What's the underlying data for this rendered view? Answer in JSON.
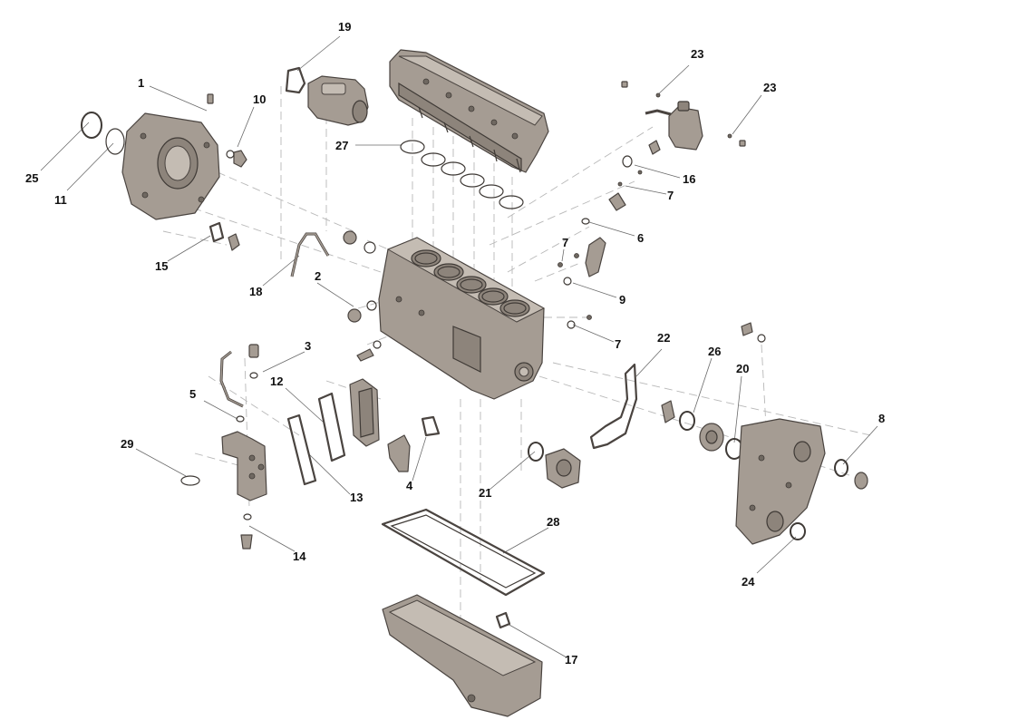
{
  "callouts": {
    "c1": "1",
    "c2": "2",
    "c3": "3",
    "c4": "4",
    "c5": "5",
    "c6": "6",
    "c7a": "7",
    "c7b": "7",
    "c7c": "7",
    "c8": "8",
    "c9": "9",
    "c10": "10",
    "c11": "11",
    "c12": "12",
    "c13": "13",
    "c14": "14",
    "c15": "15",
    "c16": "16",
    "c17": "17",
    "c18": "18",
    "c19": "19",
    "c20": "20",
    "c21": "21",
    "c22": "22",
    "c23a": "23",
    "c23b": "23",
    "c24": "24",
    "c25": "25",
    "c26": "26",
    "c27": "27",
    "c28": "28",
    "c29": "29"
  },
  "colors": {
    "part_fill": "#a59c93",
    "part_outline": "#4a4440",
    "guide_lines": "#b8b8b8",
    "callout_text": "#111111"
  }
}
